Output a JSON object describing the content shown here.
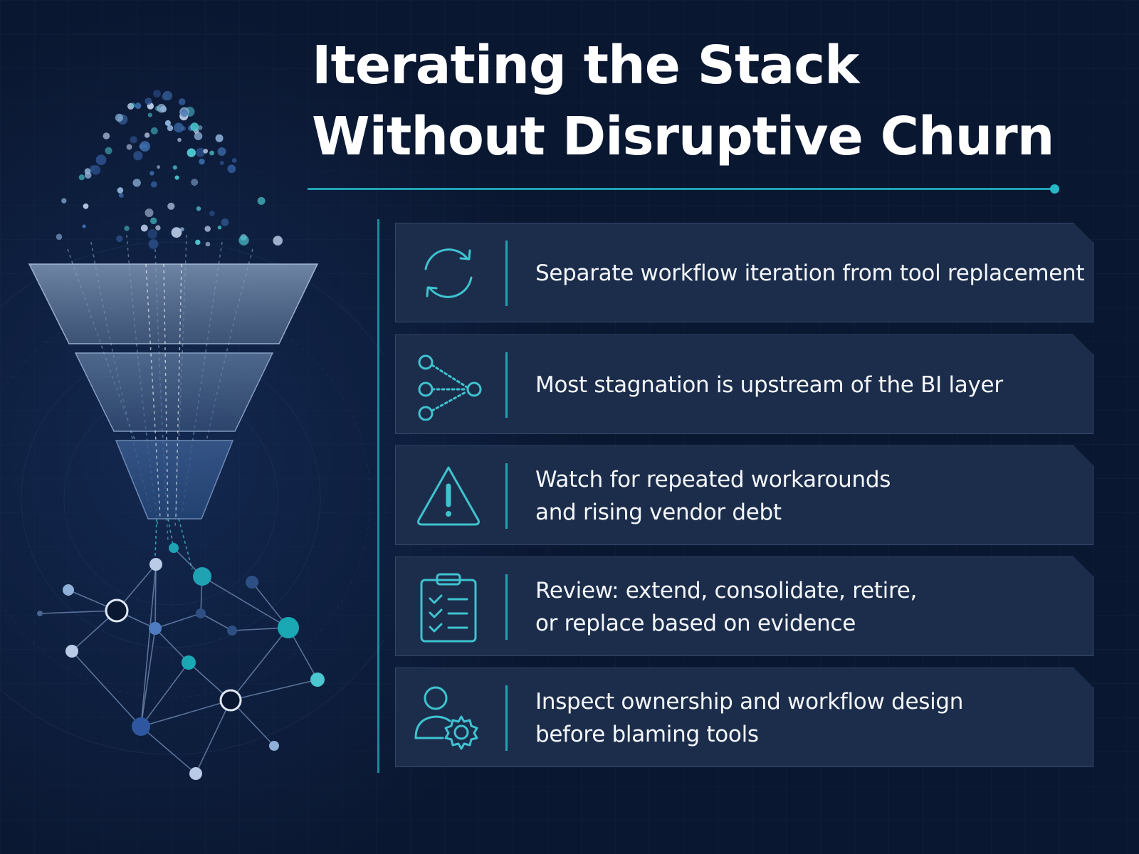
{
  "title": {
    "line1": "Iterating the Stack",
    "line2": "Without Disruptive Churn"
  },
  "colors": {
    "background": "#0a1731",
    "accent": "#1fa3b3",
    "card": "#1c2d4b",
    "text": "#ffffff"
  },
  "items": [
    {
      "icon": "refresh-cycle-icon",
      "lines": [
        "Separate workflow iteration from tool replacement"
      ]
    },
    {
      "icon": "branch-merge-icon",
      "lines": [
        "Most stagnation is upstream of the BI layer"
      ]
    },
    {
      "icon": "warning-triangle-icon",
      "lines": [
        "Watch for repeated workarounds",
        "and rising vendor debt"
      ]
    },
    {
      "icon": "checklist-clipboard-icon",
      "lines": [
        "Review: extend, consolidate, retire,",
        "or replace based on evidence"
      ]
    },
    {
      "icon": "user-gear-icon",
      "lines": [
        "Inspect ownership and workflow design",
        "before blaming tools"
      ]
    }
  ]
}
